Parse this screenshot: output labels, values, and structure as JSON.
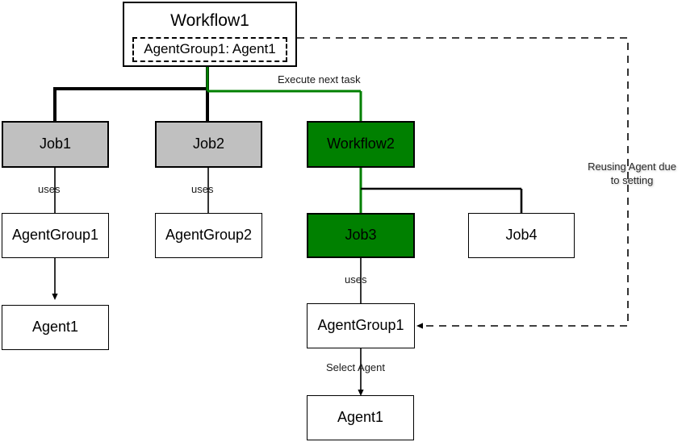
{
  "diagram": {
    "title_node": {
      "label": "Workflow1",
      "inner_label": "AgentGroup1: Agent1"
    },
    "nodes": [
      {
        "id": "job1",
        "label": "Job1",
        "style": "gray"
      },
      {
        "id": "job2",
        "label": "Job2",
        "style": "gray"
      },
      {
        "id": "workflow2",
        "label": "Workflow2",
        "style": "green"
      },
      {
        "id": "job3",
        "label": "Job3",
        "style": "green"
      },
      {
        "id": "job4",
        "label": "Job4",
        "style": "plain"
      },
      {
        "id": "agentgroup1",
        "label": "AgentGroup1",
        "style": "plain"
      },
      {
        "id": "agentgroup2",
        "label": "AgentGroup2",
        "style": "plain"
      },
      {
        "id": "agent1",
        "label": "Agent1",
        "style": "plain"
      },
      {
        "id": "agentgroup1b",
        "label": "AgentGroup1",
        "style": "plain"
      },
      {
        "id": "agent1b",
        "label": "Agent1",
        "style": "plain"
      }
    ],
    "edge_labels": {
      "execute_next_task": "Execute next task",
      "uses_1": "uses",
      "uses_2": "uses",
      "uses_3": "uses",
      "select_agent": "Select Agent"
    },
    "annotation": {
      "line1": "Reusing Agent due",
      "line2": "to setting"
    },
    "colors": {
      "green": "#008000",
      "gray": "#c0c0c0",
      "line": "#000000",
      "white": "#ffffff"
    }
  }
}
